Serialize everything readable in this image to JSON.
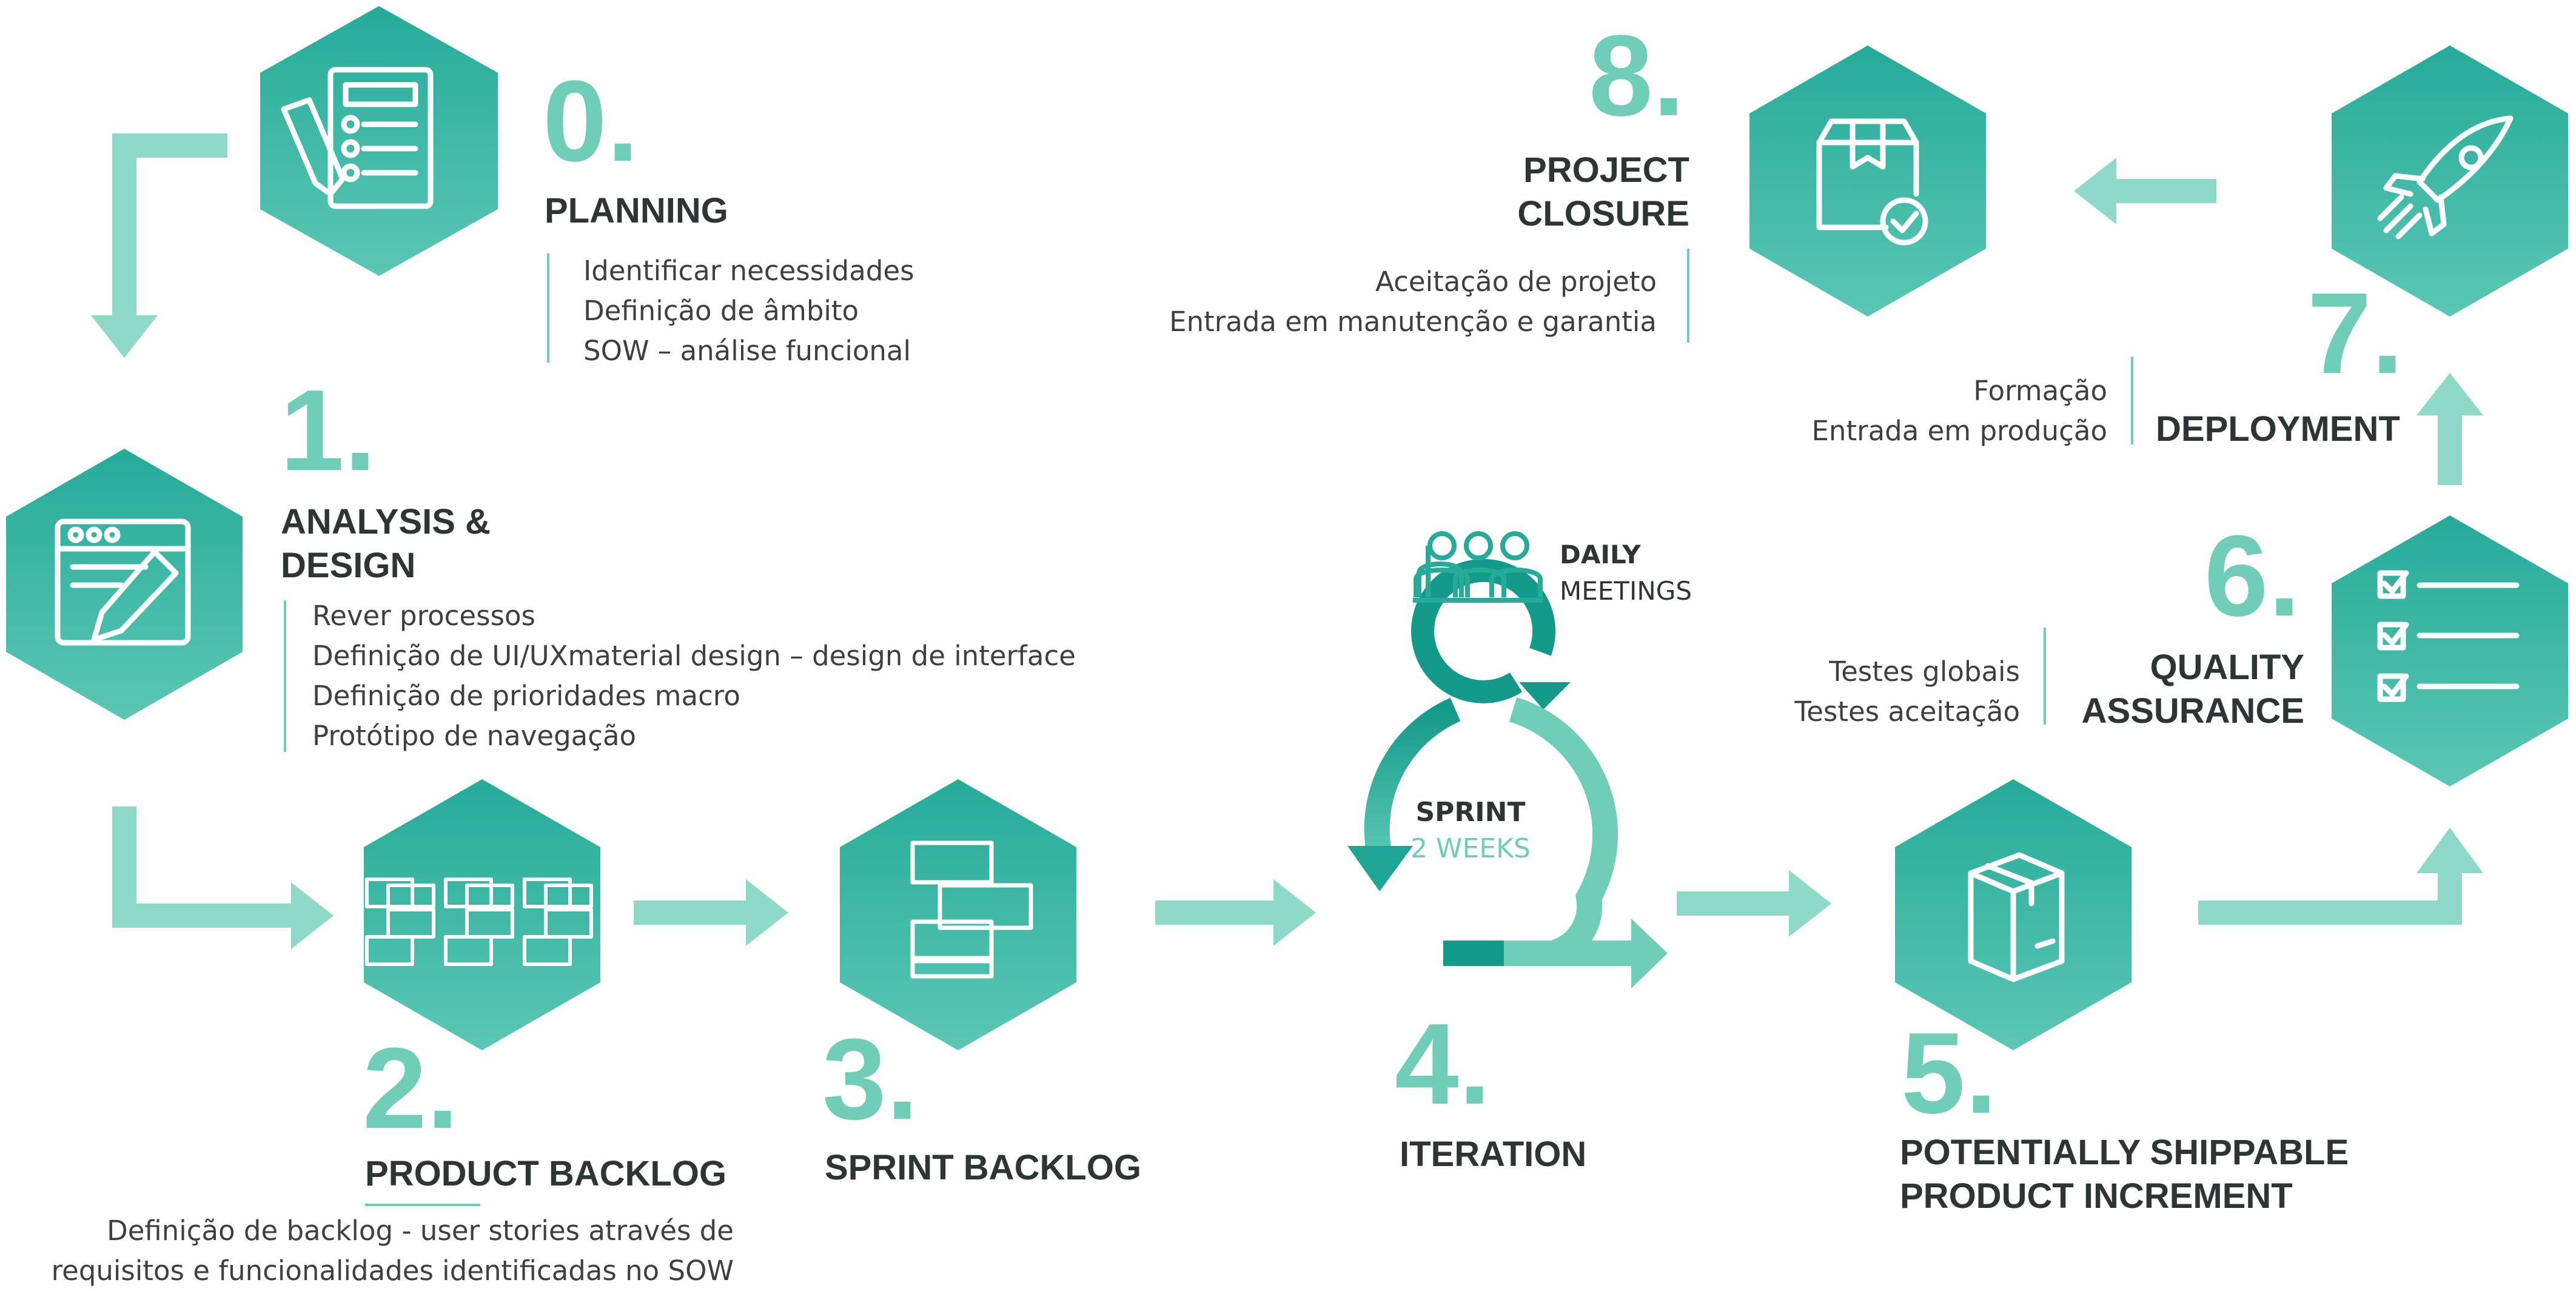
{
  "colors": {
    "accent": "#6fcdb8",
    "accent_dark": "#139a8a",
    "hex_top": "#26ab99",
    "hex_bottom": "#5bc7b4",
    "text": "#2f3435"
  },
  "icons": {
    "step0": "checklist-pencil-icon",
    "step1": "browser-window-pencil-icon",
    "step2": "backlog-cards-icon",
    "step3": "sprint-cards-icon",
    "step4": "sprint-cycle-arrow-icon",
    "step5": "package-box-icon",
    "step6": "checklist-icon",
    "step7": "rocket-icon",
    "step8": "box-check-icon",
    "daily": "team-people-icon"
  },
  "steps": {
    "s0": {
      "number": "0.",
      "title": [
        "PLANNING"
      ],
      "items": [
        "Identificar necessidades",
        "Definição de âmbito",
        "SOW – análise funcional"
      ]
    },
    "s1": {
      "number": "1.",
      "title": [
        "ANALYSIS &",
        "DESIGN"
      ],
      "items": [
        "Rever processos",
        "Definição de UI/UXmaterial design – design de interface",
        "Definição de prioridades macro",
        "Protótipo de navegação"
      ]
    },
    "s2": {
      "number": "2.",
      "title": [
        "PRODUCT BACKLOG"
      ],
      "items": [
        "Definição de backlog - user stories através de",
        "requisitos e funcionalidades identificadas no SOW"
      ]
    },
    "s3": {
      "number": "3.",
      "title": [
        "SPRINT BACKLOG"
      ]
    },
    "s4": {
      "number": "4.",
      "title": [
        "ITERATION"
      ]
    },
    "s5": {
      "number": "5.",
      "title": [
        "POTENTIALLY SHIPPABLE",
        "PRODUCT INCREMENT"
      ]
    },
    "s6": {
      "number": "6.",
      "title": [
        "QUALITY",
        "ASSURANCE"
      ],
      "items": [
        "Testes globais",
        "Testes aceitação"
      ]
    },
    "s7": {
      "number": "7.",
      "title": [
        "DEPLOYMENT"
      ],
      "items": [
        "Formação",
        "Entrada em produção"
      ]
    },
    "s8": {
      "number": "8.",
      "title": [
        "PROJECT",
        "CLOSURE"
      ],
      "items": [
        "Aceitação de projeto",
        "Entrada em manutenção e garantia"
      ]
    }
  },
  "daily": {
    "line1": "DAILY",
    "line2": "MEETINGS"
  },
  "sprint": {
    "line1": "SPRINT",
    "line2": "2 WEEKS"
  }
}
